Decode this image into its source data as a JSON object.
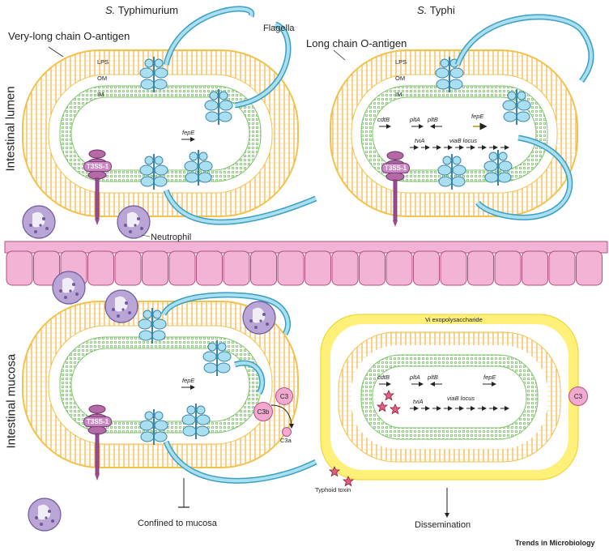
{
  "columns": {
    "left": {
      "prefix": "S.",
      "name": "Typhimurium"
    },
    "right": {
      "prefix": "S.",
      "name": "Typhi"
    }
  },
  "rows": {
    "top": "Intestinal lumen",
    "bottom": "Intestinal mucosa"
  },
  "labels": {
    "very_long_o_antigen": "Very-long chain O-antigen",
    "long_o_antigen": "Long chain O-antigen",
    "flagella": "Flagella",
    "lps": "LPS",
    "om": "OM",
    "im": "IM",
    "t3ss": "T3SS-1",
    "neutrophil": "Neutrophil",
    "vi": "Vi exopolysaccharide",
    "c3": "C3",
    "c3b": "C3b",
    "c3a": "C3a",
    "typhoid_toxin": "Typhoid toxin",
    "confined": "Confined to mucosa",
    "dissemination": "Dissemination",
    "journal": "Trends in Microbiology"
  },
  "genes": {
    "fepE": "fepE",
    "cdtB": "cdtB",
    "pltA": "pltA",
    "pltB": "pltB",
    "tviA": "tviA",
    "viaB": "viaB locus"
  },
  "colors": {
    "lps": "#f3c24c",
    "inner_membrane": "#7fc46a",
    "flagella": "#a9dff0",
    "flagella_edge": "#3a9fc0",
    "epithelium": "#f2b3d5",
    "epithelium_edge": "#b0527f",
    "neutrophil": "#b9a5d6",
    "t3ss": "#b56aa8",
    "vi_capsule": "#fff07a"
  }
}
